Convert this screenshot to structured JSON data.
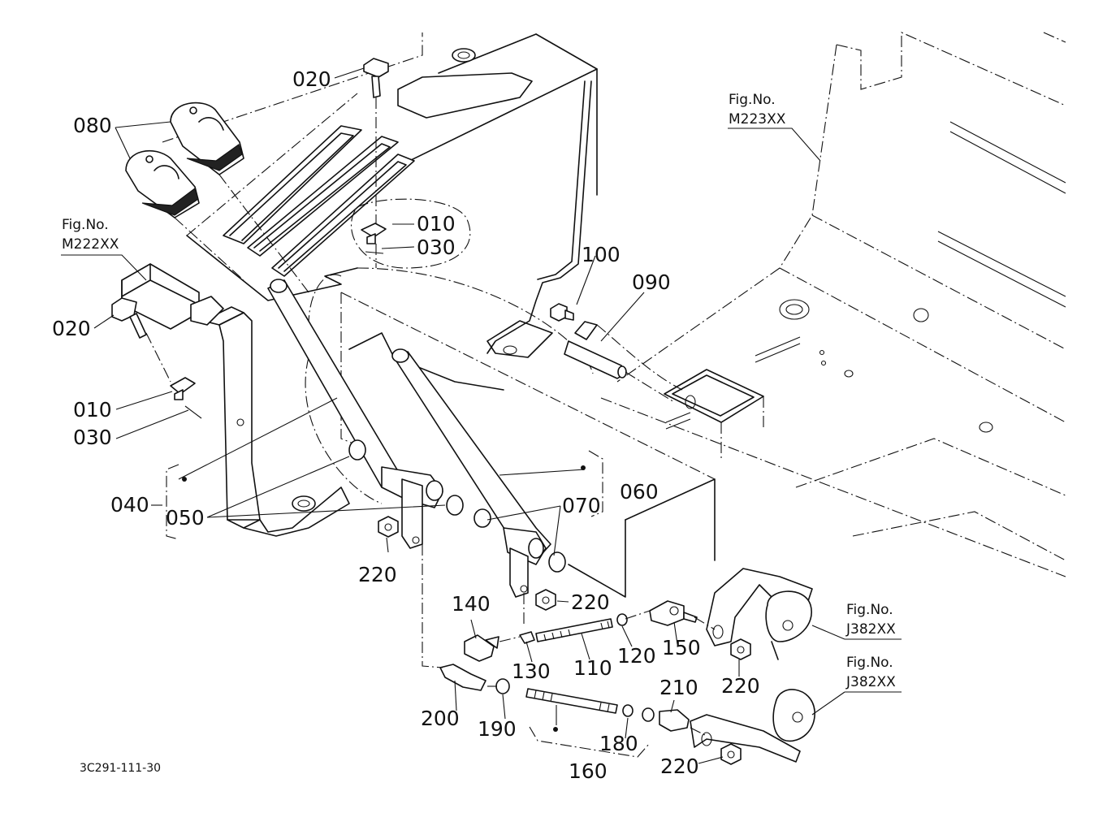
{
  "parts": {
    "p020a": "020",
    "p080": "080",
    "p010a": "010",
    "p030a": "030",
    "p020b": "020",
    "p010b": "010",
    "p030b": "030",
    "p100": "100",
    "p090": "090",
    "p040": "040",
    "p050": "050",
    "p060": "060",
    "p070": "070",
    "p220a": "220",
    "p220b": "220",
    "p140": "140",
    "p130": "130",
    "p110": "110",
    "p120": "120",
    "p150": "150",
    "p220c": "220",
    "p200": "200",
    "p190": "190",
    "p180": "180",
    "p210": "210",
    "p220d": "220",
    "p160": "160"
  },
  "refs": {
    "m222_title": "Fig.No.",
    "m222_code": "M222XX",
    "m223_title": "Fig.No.",
    "m223_code": "M223XX",
    "j382a_title": "Fig.No.",
    "j382a_code": "J382XX",
    "j382b_title": "Fig.No.",
    "j382b_code": "J382XX"
  },
  "drawing_code": "3C291-111-30"
}
